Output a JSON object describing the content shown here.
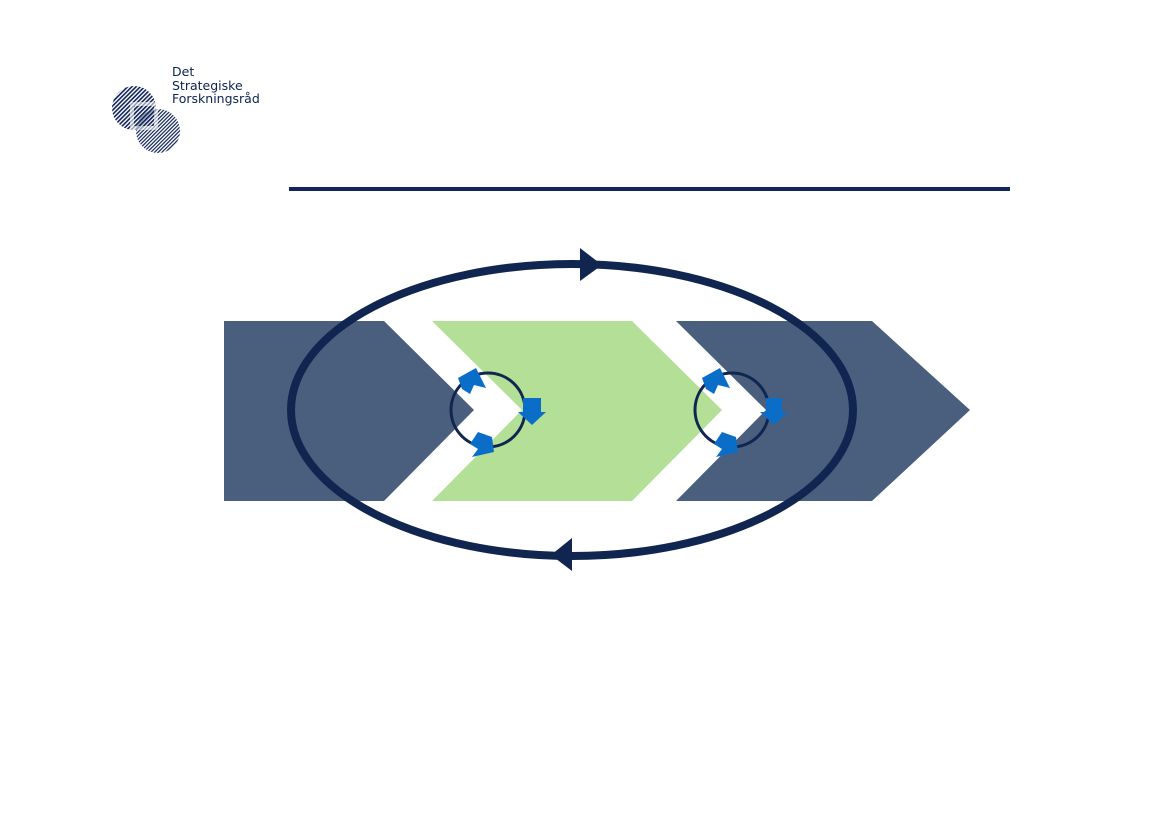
{
  "logo": {
    "lines": [
      "Det",
      "Strategiske",
      "Forskningsråd"
    ],
    "icon": "dsf-logo-icon"
  },
  "colors": {
    "navy": "#13265a",
    "slate_chevron": "#4a5e7d",
    "green_chevron": "#b3e096",
    "blue_arrow": "#0a6ec9",
    "cycle_outline": "#102650"
  }
}
